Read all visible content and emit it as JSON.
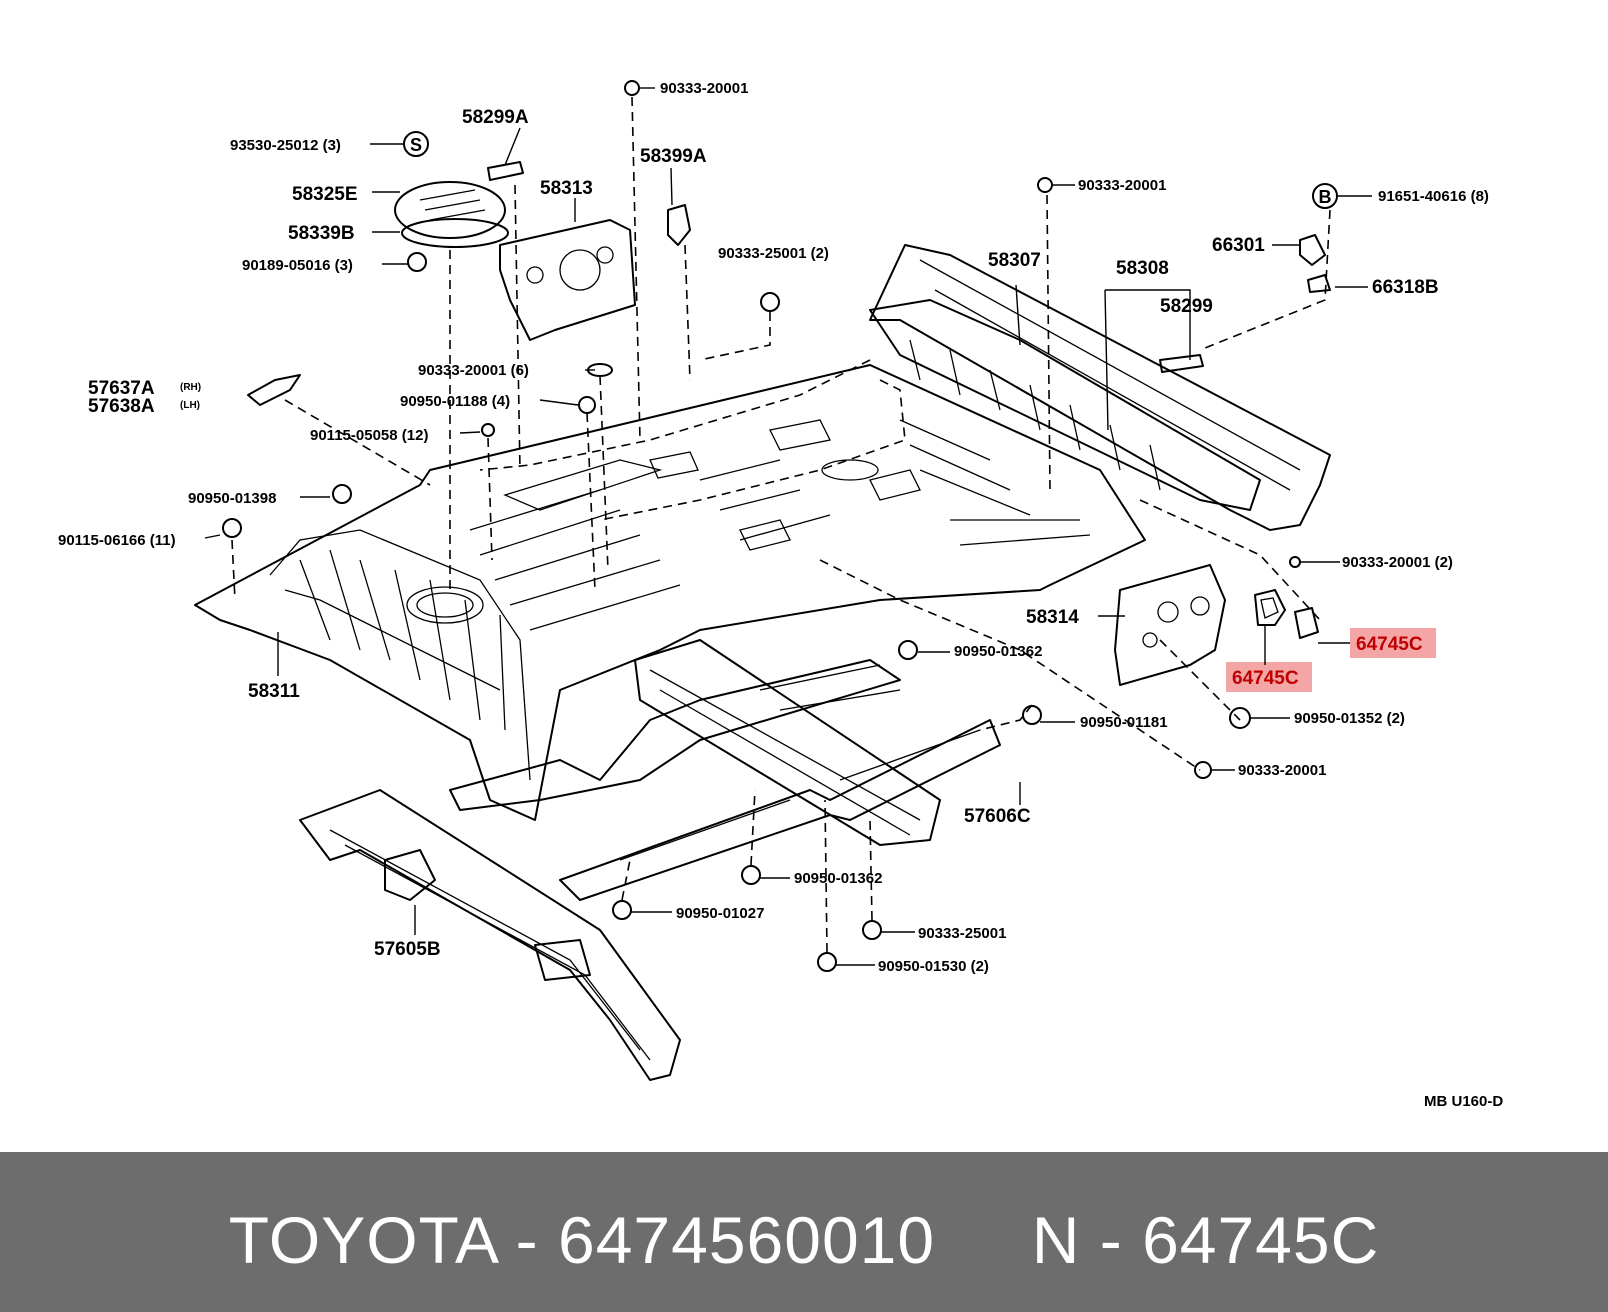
{
  "labels": {
    "p93530": "93530-25012 (3)",
    "p58325E": "58325E",
    "p58339B": "58339B",
    "p90189": "90189-05016 (3)",
    "p58299A": "58299A",
    "p58313": "58313",
    "p90333_top": "90333-20001",
    "p58399A": "58399A",
    "p90333_25001_2": "90333-25001 (2)",
    "p90333_20001_6": "90333-20001 (6)",
    "p90950_01188": "90950-01188 (4)",
    "p57637A": "57637A",
    "p57637A_side": "(RH)",
    "p57638A": "57638A",
    "p57638A_side": "(LH)",
    "p90115_05058": "90115-05058 (12)",
    "p90950_01398": "90950-01398",
    "p90115_06166": "90115-06166 (11)",
    "p58311": "58311",
    "p90333_right_top": "90333-20001",
    "p58307": "58307",
    "p58308": "58308",
    "p58299": "58299",
    "pB91651": "91651-40616 (8)",
    "p66301": "66301",
    "p66318B": "66318B",
    "p90333_20001_2": "90333-20001 (2)",
    "p58314": "58314",
    "p64745C_a": "64745C",
    "p64745C_b": "64745C",
    "p90950_01362_a": "90950-01362",
    "p90950_01181": "90950-01181",
    "p90950_01352": "90950-01352 (2)",
    "p90333_mid": "90333-20001",
    "p57606C": "57606C",
    "p90950_01362_b": "90950-01362",
    "p90950_01027": "90950-01027",
    "p90333_25001": "90333-25001",
    "p90950_01530": "90950-01530 (2)",
    "p57605B": "57605B",
    "markS": "S",
    "markB": "B",
    "diagram_code": "MB U160-D"
  },
  "highlight_color": "#f4a5a5",
  "footer": {
    "text": "TOYOTA - 6474560010     N - 64745C",
    "background": "#6d6d6d"
  }
}
